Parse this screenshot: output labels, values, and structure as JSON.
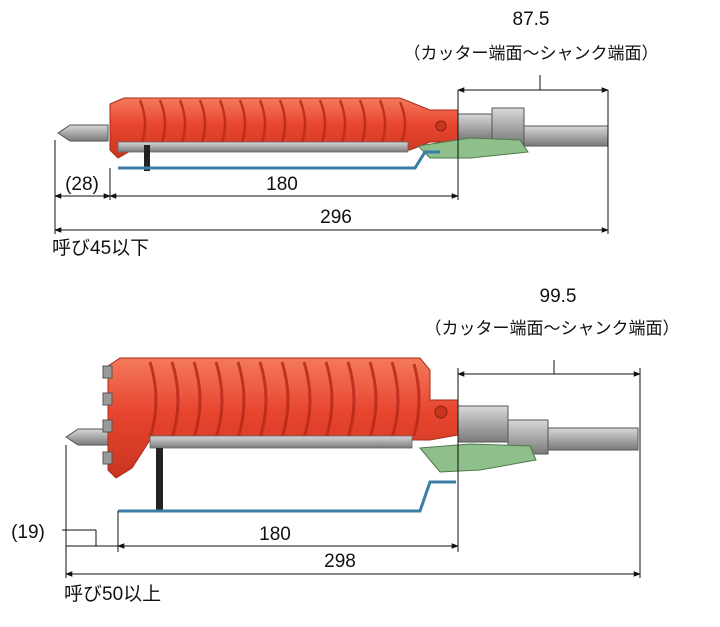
{
  "diagrams": [
    {
      "shank_note_value": "87.5",
      "shank_note_text": "（カッター端面～シャンク端面）",
      "pilot_dim": "(28)",
      "cutter_dim": "180",
      "total_dim": "296",
      "caption": "呼び45以下"
    },
    {
      "shank_note_value": "99.5",
      "shank_note_text": "（カッター端面～シャンク端面）",
      "pilot_dim": "(19)",
      "cutter_dim": "180",
      "total_dim": "298",
      "caption": "呼び50以上"
    }
  ],
  "colors": {
    "cutter_body": "#e8452f",
    "cutter_highlight": "#f47a5c",
    "cutter_groove": "#b82a1a",
    "metal": "#a9a9a9",
    "metal_dark": "#6e6e6e",
    "green_seal": "#8fbf8a",
    "water_pipe": "#3b7fa6",
    "dim_line": "#111111"
  },
  "icons": [
    "core-drill-bit"
  ]
}
